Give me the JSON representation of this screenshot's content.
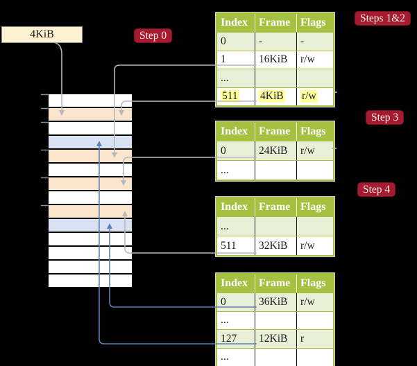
{
  "labels": {
    "frame_box": "4KiB",
    "step0": "Step 0",
    "steps_1_2": "Steps 1&2",
    "step3": "Step 3",
    "step4": "Step 4"
  },
  "tables": [
    {
      "name": "page-table-steps-1-2",
      "headers": [
        "Index",
        "Frame",
        "Flags"
      ],
      "rows": [
        [
          "0",
          "-",
          "-"
        ],
        [
          "1",
          "16KiB",
          "r/w"
        ],
        [
          "...",
          "",
          ""
        ],
        [
          "511",
          "4KiB",
          "r/w"
        ]
      ],
      "highlighted_row_index": 3
    },
    {
      "name": "page-table-step-3",
      "headers": [
        "Index",
        "Frame",
        "Flags"
      ],
      "rows": [
        [
          "0",
          "24KiB",
          "r/w"
        ],
        [
          "...",
          "",
          ""
        ]
      ]
    },
    {
      "name": "page-table-step-4",
      "headers": [
        "Index",
        "Frame",
        "Flags"
      ],
      "rows": [
        [
          "...",
          "",
          ""
        ],
        [
          "511",
          "32KiB",
          "r/w"
        ]
      ]
    },
    {
      "name": "page-table-last",
      "headers": [
        "Index",
        "Frame",
        "Flags"
      ],
      "rows": [
        [
          "0",
          "36KiB",
          "r/w"
        ],
        [
          "...",
          "",
          ""
        ],
        [
          "127",
          "12KiB",
          "r"
        ],
        [
          "...",
          "",
          ""
        ]
      ]
    }
  ],
  "memory_strip": {
    "rows": [
      {
        "type": "empty"
      },
      {
        "type": "pagetable"
      },
      {
        "type": "empty"
      },
      {
        "type": "page"
      },
      {
        "type": "pagetable"
      },
      {
        "type": "empty"
      },
      {
        "type": "pagetable"
      },
      {
        "type": "empty"
      },
      {
        "type": "pagetable"
      },
      {
        "type": "page"
      },
      {
        "type": "empty"
      },
      {
        "type": "empty"
      },
      {
        "type": "empty"
      },
      {
        "type": "empty"
      }
    ]
  },
  "connections": [
    {
      "from": "4KiB frame box",
      "to": "memory row 2 (4KiB page table)",
      "color": "gray"
    },
    {
      "from": "table 1 row '1' (16KiB)",
      "to": "memory row 5 (16KiB)",
      "color": "gray"
    },
    {
      "from": "table 1 row '511' (4KiB)",
      "to": "memory row 2 (4KiB)",
      "color": "gray"
    },
    {
      "from": "table 2 row '0' (24KiB)",
      "to": "memory row 7 (24KiB)",
      "color": "gray"
    },
    {
      "from": "table 3 row '511' (32KiB)",
      "to": "memory row 9 (32KiB)",
      "color": "gray"
    },
    {
      "from": "table 4 row '0' (36KiB)",
      "to": "memory row 10 (36KiB)",
      "color": "blue"
    },
    {
      "from": "table 4 row '127' (12KiB)",
      "to": "memory row 4 (12KiB)",
      "color": "blue"
    }
  ],
  "colors": {
    "background": "#000000",
    "step_label_crimson": "#a51c30",
    "table_header_green": "#a4c13f",
    "table_row_green": "#e9efd6",
    "strip_pagetable_peach": "#fce5cd",
    "strip_page_blue": "#d9e2f3",
    "frame_box_cream": "#fdf2d2",
    "highlight_yellow": "#ffff9c",
    "arrow_gray": "#b4b9c0",
    "arrow_blue": "#6081b6"
  }
}
